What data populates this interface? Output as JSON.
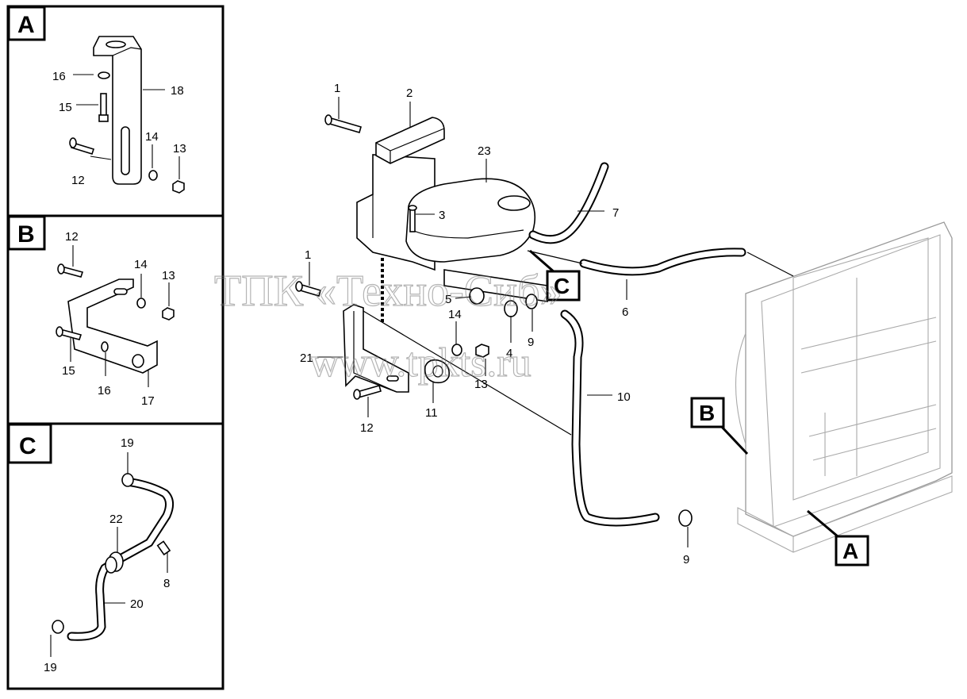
{
  "panels": [
    {
      "id": "A",
      "letter": "A"
    },
    {
      "id": "B",
      "letter": "B"
    },
    {
      "id": "C",
      "letter": "C"
    }
  ],
  "callouts": {
    "b": "B",
    "c": "C",
    "a": "A"
  },
  "watermark": {
    "line1": "ТПК «Техно-Сиб»",
    "line2": "www.tpkts.ru"
  },
  "labels": {
    "a_16": "16",
    "a_15": "15",
    "a_18": "18",
    "a_14": "14",
    "a_13": "13",
    "a_12": "12",
    "b_12": "12",
    "b_14": "14",
    "b_13": "13",
    "b_15": "15",
    "b_16": "16",
    "b_17": "17",
    "c_19_top": "19",
    "c_22": "22",
    "c_8": "8",
    "c_20": "20",
    "c_19_bottom": "19",
    "m_1_top": "1",
    "m_2": "2",
    "m_23": "23",
    "m_3": "3",
    "m_7": "7",
    "m_1_mid": "1",
    "m_5": "5",
    "m_6": "6",
    "m_14": "14",
    "m_4": "4",
    "m_9_mid": "9",
    "m_21": "21",
    "m_13": "13",
    "m_11": "11",
    "m_10": "10",
    "m_12": "12",
    "m_9_bottom": "9"
  }
}
